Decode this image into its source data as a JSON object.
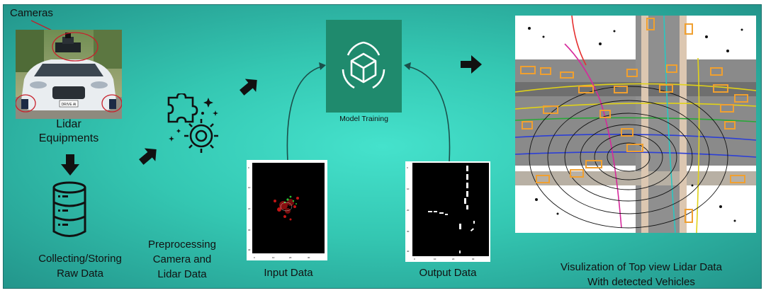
{
  "labels": {
    "cameras": "Cameras",
    "lidar_line1": "Lidar",
    "lidar_line2": "Equipments",
    "collect_line1": "Collecting/Storing",
    "collect_line2": "Raw Data",
    "pre_line1": "Preprocessing",
    "pre_line2": "Camera and",
    "pre_line3": "Lidar Data",
    "model_training": "Model Training",
    "input_data": "Input Data",
    "output_data": "Output Data",
    "viz_line1": "Visulization of Top view Lidar Data",
    "viz_line2": "With detected Vehicles"
  },
  "car_plate": "DRIVE AI",
  "icons": {
    "arrow": "arrow-icon",
    "database": "database-icon",
    "gear": "gear-puzzle-icon",
    "cube": "cube-icon"
  },
  "colors": {
    "teal_center": "#45e2cc",
    "teal_edge": "#23958b",
    "model_box": "#1f8a6d",
    "vehicle_box": "#f0a030"
  }
}
